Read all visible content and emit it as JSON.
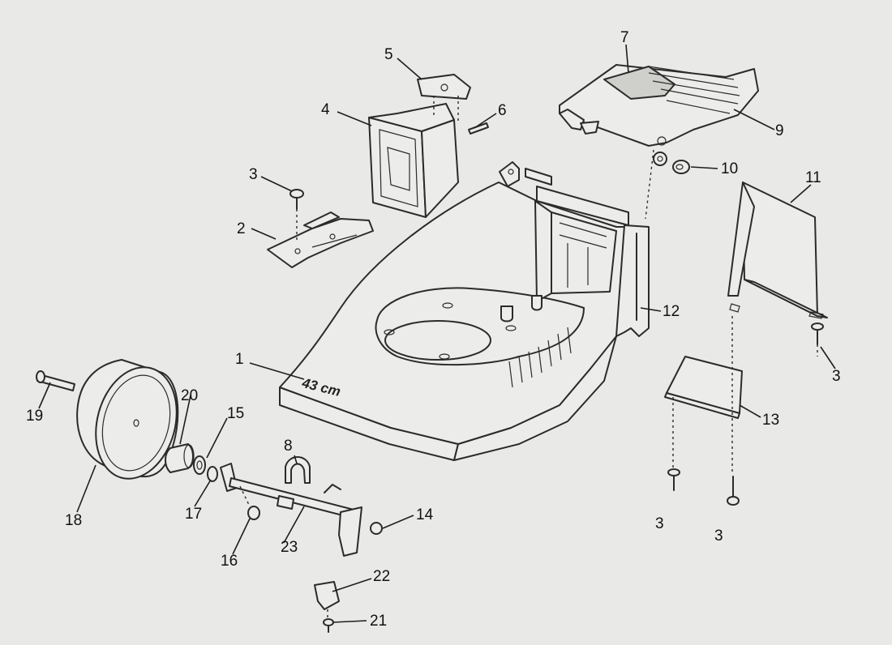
{
  "diagram": {
    "deck_marking": "43 cm",
    "callouts": [
      {
        "id": "c1",
        "text": "1"
      },
      {
        "id": "c2",
        "text": "2"
      },
      {
        "id": "c3a",
        "text": "3"
      },
      {
        "id": "c3b",
        "text": "3"
      },
      {
        "id": "c3c",
        "text": "3"
      },
      {
        "id": "c3d",
        "text": "3"
      },
      {
        "id": "c4",
        "text": "4"
      },
      {
        "id": "c5",
        "text": "5"
      },
      {
        "id": "c6",
        "text": "6"
      },
      {
        "id": "c7",
        "text": "7"
      },
      {
        "id": "c8",
        "text": "8"
      },
      {
        "id": "c9",
        "text": "9"
      },
      {
        "id": "c10",
        "text": "10"
      },
      {
        "id": "c11",
        "text": "11"
      },
      {
        "id": "c12",
        "text": "12"
      },
      {
        "id": "c13",
        "text": "13"
      },
      {
        "id": "c14",
        "text": "14"
      },
      {
        "id": "c15",
        "text": "15"
      },
      {
        "id": "c16",
        "text": "16"
      },
      {
        "id": "c17",
        "text": "17"
      },
      {
        "id": "c18",
        "text": "18"
      },
      {
        "id": "c19",
        "text": "19"
      },
      {
        "id": "c20",
        "text": "20"
      },
      {
        "id": "c21",
        "text": "21"
      },
      {
        "id": "c22",
        "text": "22"
      },
      {
        "id": "c23",
        "text": "23"
      }
    ]
  }
}
